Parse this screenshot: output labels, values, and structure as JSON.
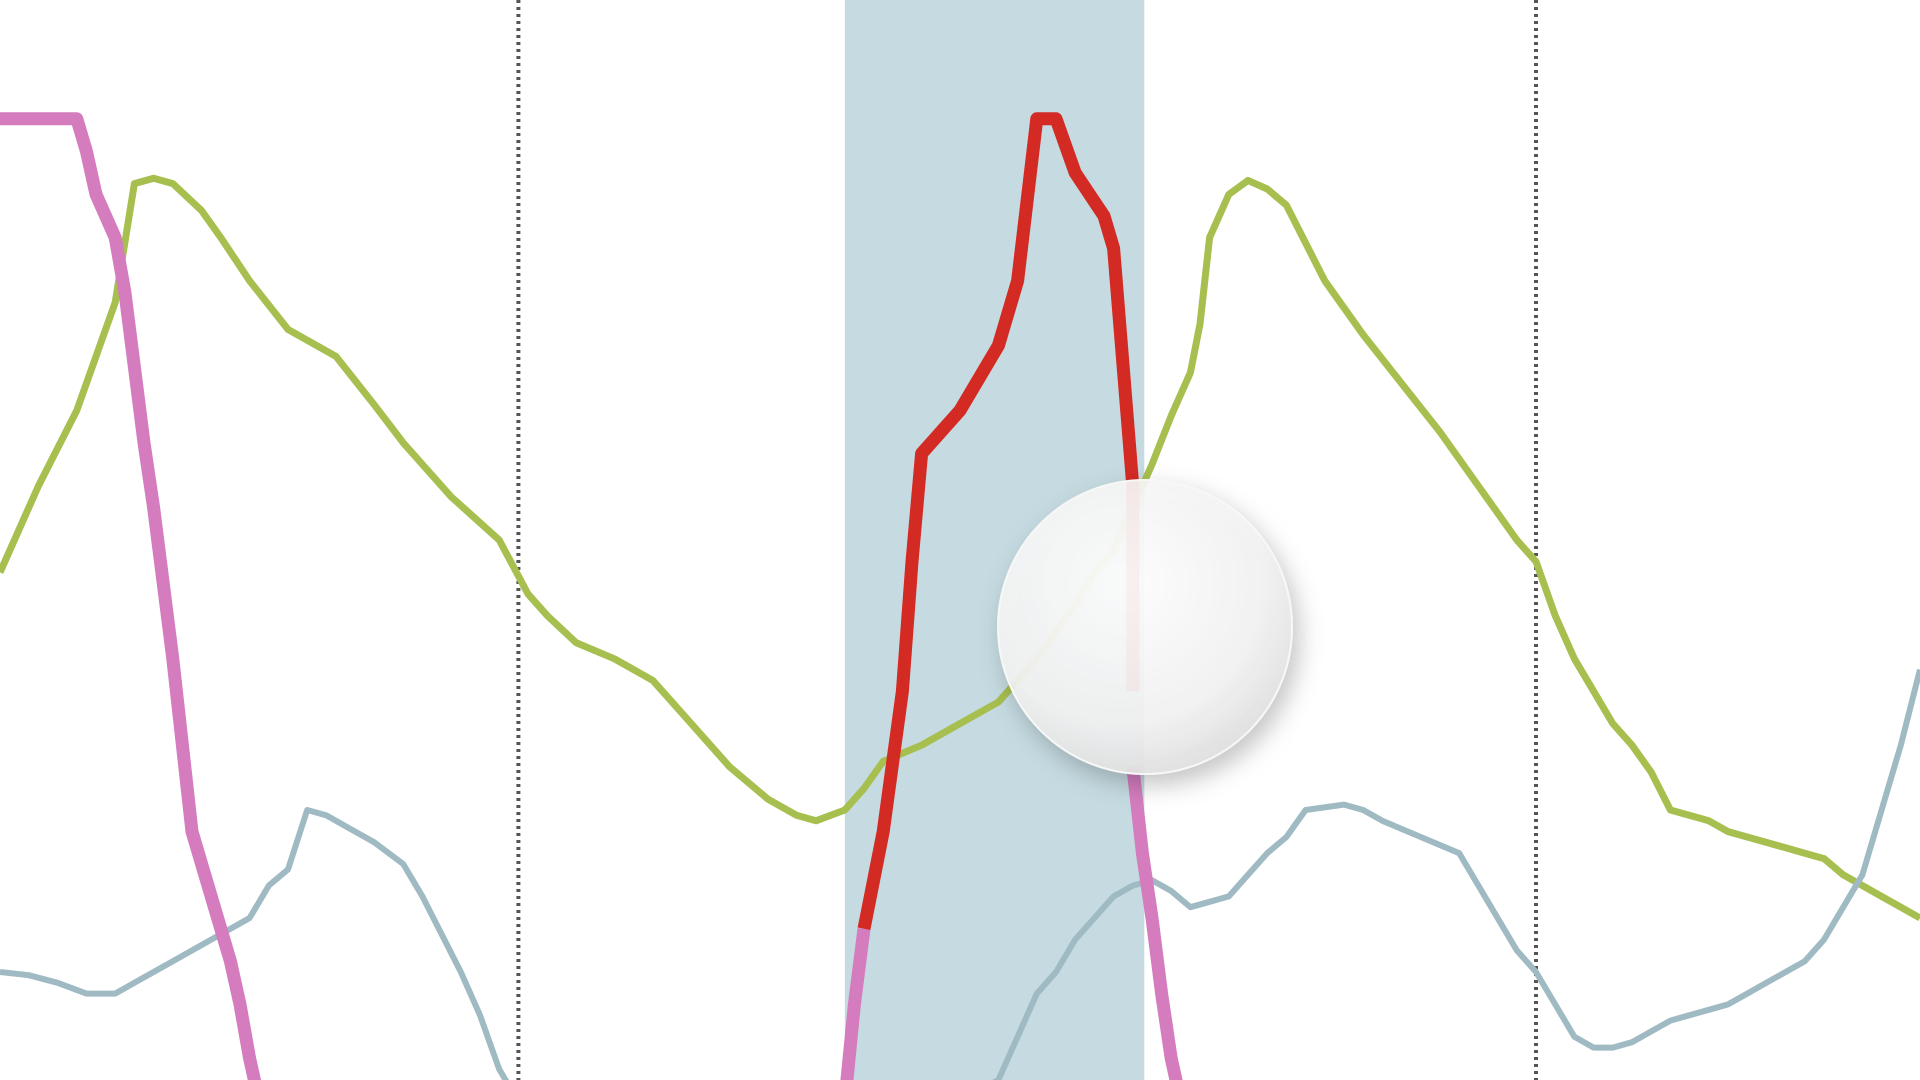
{
  "chart_data": {
    "type": "line",
    "title": "",
    "xlabel": "",
    "ylabel": "",
    "xlim": [
      0,
      100
    ],
    "ylim": [
      0,
      100
    ],
    "grid": false,
    "dividers_x": [
      27,
      80
    ],
    "highlight_range": [
      44,
      59.6
    ],
    "series": [
      {
        "color": "#a7bf4f",
        "points": [
          [
            0,
            47
          ],
          [
            2,
            55
          ],
          [
            4,
            62
          ],
          [
            6,
            72
          ],
          [
            7,
            83
          ],
          [
            8,
            83.5
          ],
          [
            9,
            83
          ],
          [
            10.5,
            80.5
          ],
          [
            11.5,
            78
          ],
          [
            13,
            74
          ],
          [
            15,
            69.5
          ],
          [
            17.5,
            67
          ],
          [
            19.5,
            62.5
          ],
          [
            21,
            59
          ],
          [
            23.5,
            54
          ],
          [
            26,
            50
          ],
          [
            27.5,
            45
          ],
          [
            28.5,
            43
          ],
          [
            30,
            40.5
          ],
          [
            32,
            39
          ],
          [
            34,
            37
          ],
          [
            36,
            33
          ],
          [
            38,
            29
          ],
          [
            40,
            26
          ],
          [
            41.5,
            24.5
          ],
          [
            42.5,
            24
          ],
          [
            44,
            25
          ],
          [
            45,
            27
          ],
          [
            46,
            29.5
          ],
          [
            48,
            31
          ],
          [
            50,
            33
          ],
          [
            52,
            35
          ],
          [
            53,
            37
          ],
          [
            54,
            39
          ],
          [
            56,
            44
          ],
          [
            57,
            47
          ],
          [
            58,
            49
          ],
          [
            59,
            53
          ],
          [
            60,
            57
          ],
          [
            61,
            61.5
          ],
          [
            62,
            65.5
          ],
          [
            62.5,
            70
          ],
          [
            63,
            78
          ],
          [
            64,
            82
          ],
          [
            65,
            83.3
          ],
          [
            66,
            82.5
          ],
          [
            67,
            81
          ],
          [
            69,
            74
          ],
          [
            71,
            69
          ],
          [
            73,
            64.5
          ],
          [
            75,
            60
          ],
          [
            77,
            55
          ],
          [
            79,
            50
          ],
          [
            80,
            48
          ],
          [
            81,
            43
          ],
          [
            82,
            39
          ],
          [
            83,
            36
          ],
          [
            84,
            33
          ],
          [
            85,
            31
          ],
          [
            86,
            28.5
          ],
          [
            87,
            25
          ],
          [
            88,
            24.5
          ],
          [
            89,
            24
          ],
          [
            90,
            23
          ],
          [
            91,
            22.5
          ],
          [
            92,
            22
          ],
          [
            93,
            21.5
          ],
          [
            94,
            21
          ],
          [
            95,
            20.5
          ],
          [
            96,
            19
          ],
          [
            97,
            18
          ],
          [
            98,
            17
          ],
          [
            99,
            16
          ],
          [
            100,
            15
          ]
        ]
      },
      {
        "color": "#9fbac2",
        "points": [
          [
            0,
            10
          ],
          [
            1.5,
            9.7
          ],
          [
            3,
            9
          ],
          [
            4.5,
            8
          ],
          [
            6,
            8
          ],
          [
            7,
            9
          ],
          [
            9,
            11
          ],
          [
            11,
            13
          ],
          [
            13,
            15
          ],
          [
            14,
            18
          ],
          [
            15,
            19.5
          ],
          [
            16,
            25
          ],
          [
            17,
            24.5
          ],
          [
            18,
            23.5
          ],
          [
            19.5,
            22
          ],
          [
            21,
            20
          ],
          [
            22,
            17
          ],
          [
            23,
            13.5
          ],
          [
            24,
            10
          ],
          [
            25,
            6
          ],
          [
            26,
            1
          ],
          [
            27,
            -2
          ],
          [
            50,
            -2
          ],
          [
            52,
            0
          ],
          [
            53,
            4
          ],
          [
            54,
            8
          ],
          [
            55,
            10
          ],
          [
            56,
            13
          ],
          [
            57,
            15
          ],
          [
            58,
            17
          ],
          [
            59,
            18
          ],
          [
            60,
            18.5
          ],
          [
            61,
            17.5
          ],
          [
            62,
            16
          ],
          [
            63,
            16.5
          ],
          [
            64,
            17
          ],
          [
            65,
            19
          ],
          [
            66,
            21
          ],
          [
            67,
            22.5
          ],
          [
            68,
            25
          ],
          [
            70,
            25.5
          ],
          [
            71,
            25
          ],
          [
            72,
            24
          ],
          [
            74,
            22.5
          ],
          [
            76,
            21
          ],
          [
            77,
            18
          ],
          [
            78,
            15
          ],
          [
            79,
            12
          ],
          [
            80,
            10
          ],
          [
            81,
            7
          ],
          [
            82,
            4
          ],
          [
            83,
            3
          ],
          [
            84,
            3
          ],
          [
            85,
            3.5
          ],
          [
            86,
            4.5
          ],
          [
            87,
            5.5
          ],
          [
            88,
            6
          ],
          [
            89,
            6.5
          ],
          [
            90,
            7
          ],
          [
            91,
            8
          ],
          [
            92,
            9
          ],
          [
            93,
            10
          ],
          [
            94,
            11
          ],
          [
            95,
            13
          ],
          [
            96,
            16
          ],
          [
            97,
            19
          ],
          [
            98,
            25
          ],
          [
            99,
            31
          ],
          [
            100,
            38
          ]
        ]
      },
      {
        "color": "#d47cbe",
        "points": [
          [
            0,
            89
          ],
          [
            2,
            89
          ],
          [
            4,
            89
          ],
          [
            4.5,
            86
          ],
          [
            5,
            82
          ],
          [
            6,
            78
          ],
          [
            6.5,
            73
          ],
          [
            7,
            66
          ],
          [
            7.5,
            59
          ],
          [
            8,
            53
          ],
          [
            8.5,
            46
          ],
          [
            9,
            39
          ],
          [
            9.5,
            31
          ],
          [
            10,
            23
          ],
          [
            11,
            17
          ],
          [
            12,
            11
          ],
          [
            12.5,
            7
          ],
          [
            13,
            2
          ],
          [
            13.5,
            -2
          ]
        ]
      },
      {
        "color": "#d47cbe",
        "points": [
          [
            44,
            -2
          ],
          [
            44.5,
            7
          ],
          [
            45,
            14
          ]
        ]
      },
      {
        "color": "#d47cbe",
        "points": [
          [
            59,
            29
          ],
          [
            59.5,
            21
          ],
          [
            60,
            15
          ],
          [
            60.5,
            8
          ],
          [
            61,
            2
          ],
          [
            61.5,
            -2
          ]
        ]
      },
      {
        "color": "#d42a24",
        "points": [
          [
            45,
            14
          ],
          [
            46,
            23
          ],
          [
            47,
            36
          ],
          [
            47.5,
            48
          ],
          [
            48,
            58
          ],
          [
            50,
            62
          ],
          [
            52,
            68
          ],
          [
            53,
            74
          ],
          [
            54,
            89
          ],
          [
            55,
            89
          ],
          [
            56,
            84
          ],
          [
            57.5,
            80
          ],
          [
            58,
            77
          ],
          [
            58.5,
            66
          ],
          [
            59,
            55
          ],
          [
            59,
            48
          ],
          [
            59,
            42
          ],
          [
            59,
            36
          ]
        ]
      }
    ]
  },
  "cursor": {
    "shape": "circle",
    "color": "#f7f7f7"
  },
  "styles": {
    "highlight_color": "#c5dbe1",
    "divider_color": "#555555"
  }
}
